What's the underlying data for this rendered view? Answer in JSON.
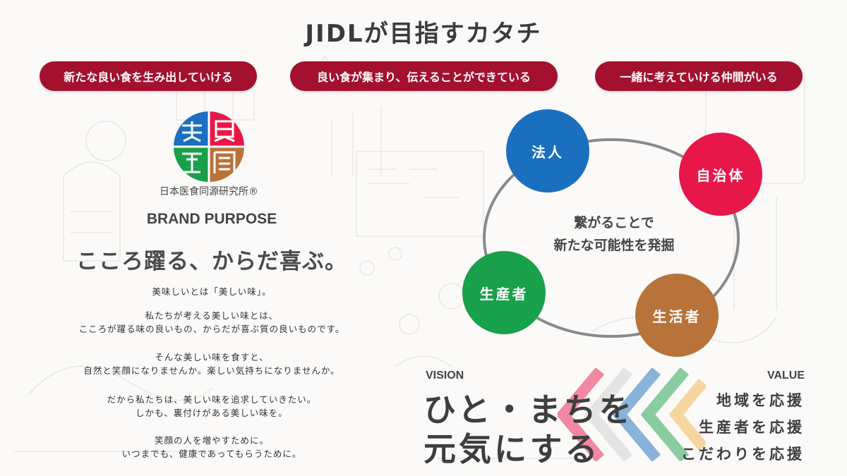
{
  "title": "JIDLが目指すカタチ",
  "pillars": [
    "新たな良い食を生み出していける",
    "良い食が集まり、伝えることができている",
    "一緒に考えていける仲間がいる"
  ],
  "org": {
    "name": "日本医食同源研究所®",
    "logo_colors": {
      "top_left": "#1b6fbf",
      "top_right": "#e8174a",
      "bottom_left": "#19a04a",
      "bottom_right": "#b8733a"
    }
  },
  "brand": {
    "label": "BRAND PURPOSE",
    "purpose": "こころ躍る、からだ喜ぶ。",
    "lead": "美味しいとは「美しい味」。",
    "paragraphs": [
      [
        "私たちが考える美しい味とは、",
        "こころが躍る味の良いもの、からだが喜ぶ質の良いものです。"
      ],
      [
        "そんな美しい味を食すと、",
        "自然と笑顔になりませんか。楽しい気持ちになりませんか。"
      ],
      [
        "だから私たちは、美しい味を追求していきたい。",
        "しかも、裏付けがある美しい味を。"
      ],
      [
        "笑顔の人を増やすために。",
        "いつまでも、健康であってもらうために。"
      ]
    ]
  },
  "network": {
    "center_lines": [
      "繋がることで",
      "新たな可能性を発掘"
    ],
    "nodes": [
      {
        "label": "法人",
        "color": "#1b6fbf"
      },
      {
        "label": "自治体",
        "color": "#e8174a"
      },
      {
        "label": "生産者",
        "color": "#19a04a"
      },
      {
        "label": "生活者",
        "color": "#b8733a"
      }
    ]
  },
  "vision": {
    "label": "VISION",
    "lines": [
      "ひと・まちを",
      "元気にする"
    ]
  },
  "value": {
    "label": "VALUE",
    "items": [
      "地域を応援",
      "生産者を応援",
      "こだわりを応援"
    ]
  },
  "accent_color": "#a3112f"
}
